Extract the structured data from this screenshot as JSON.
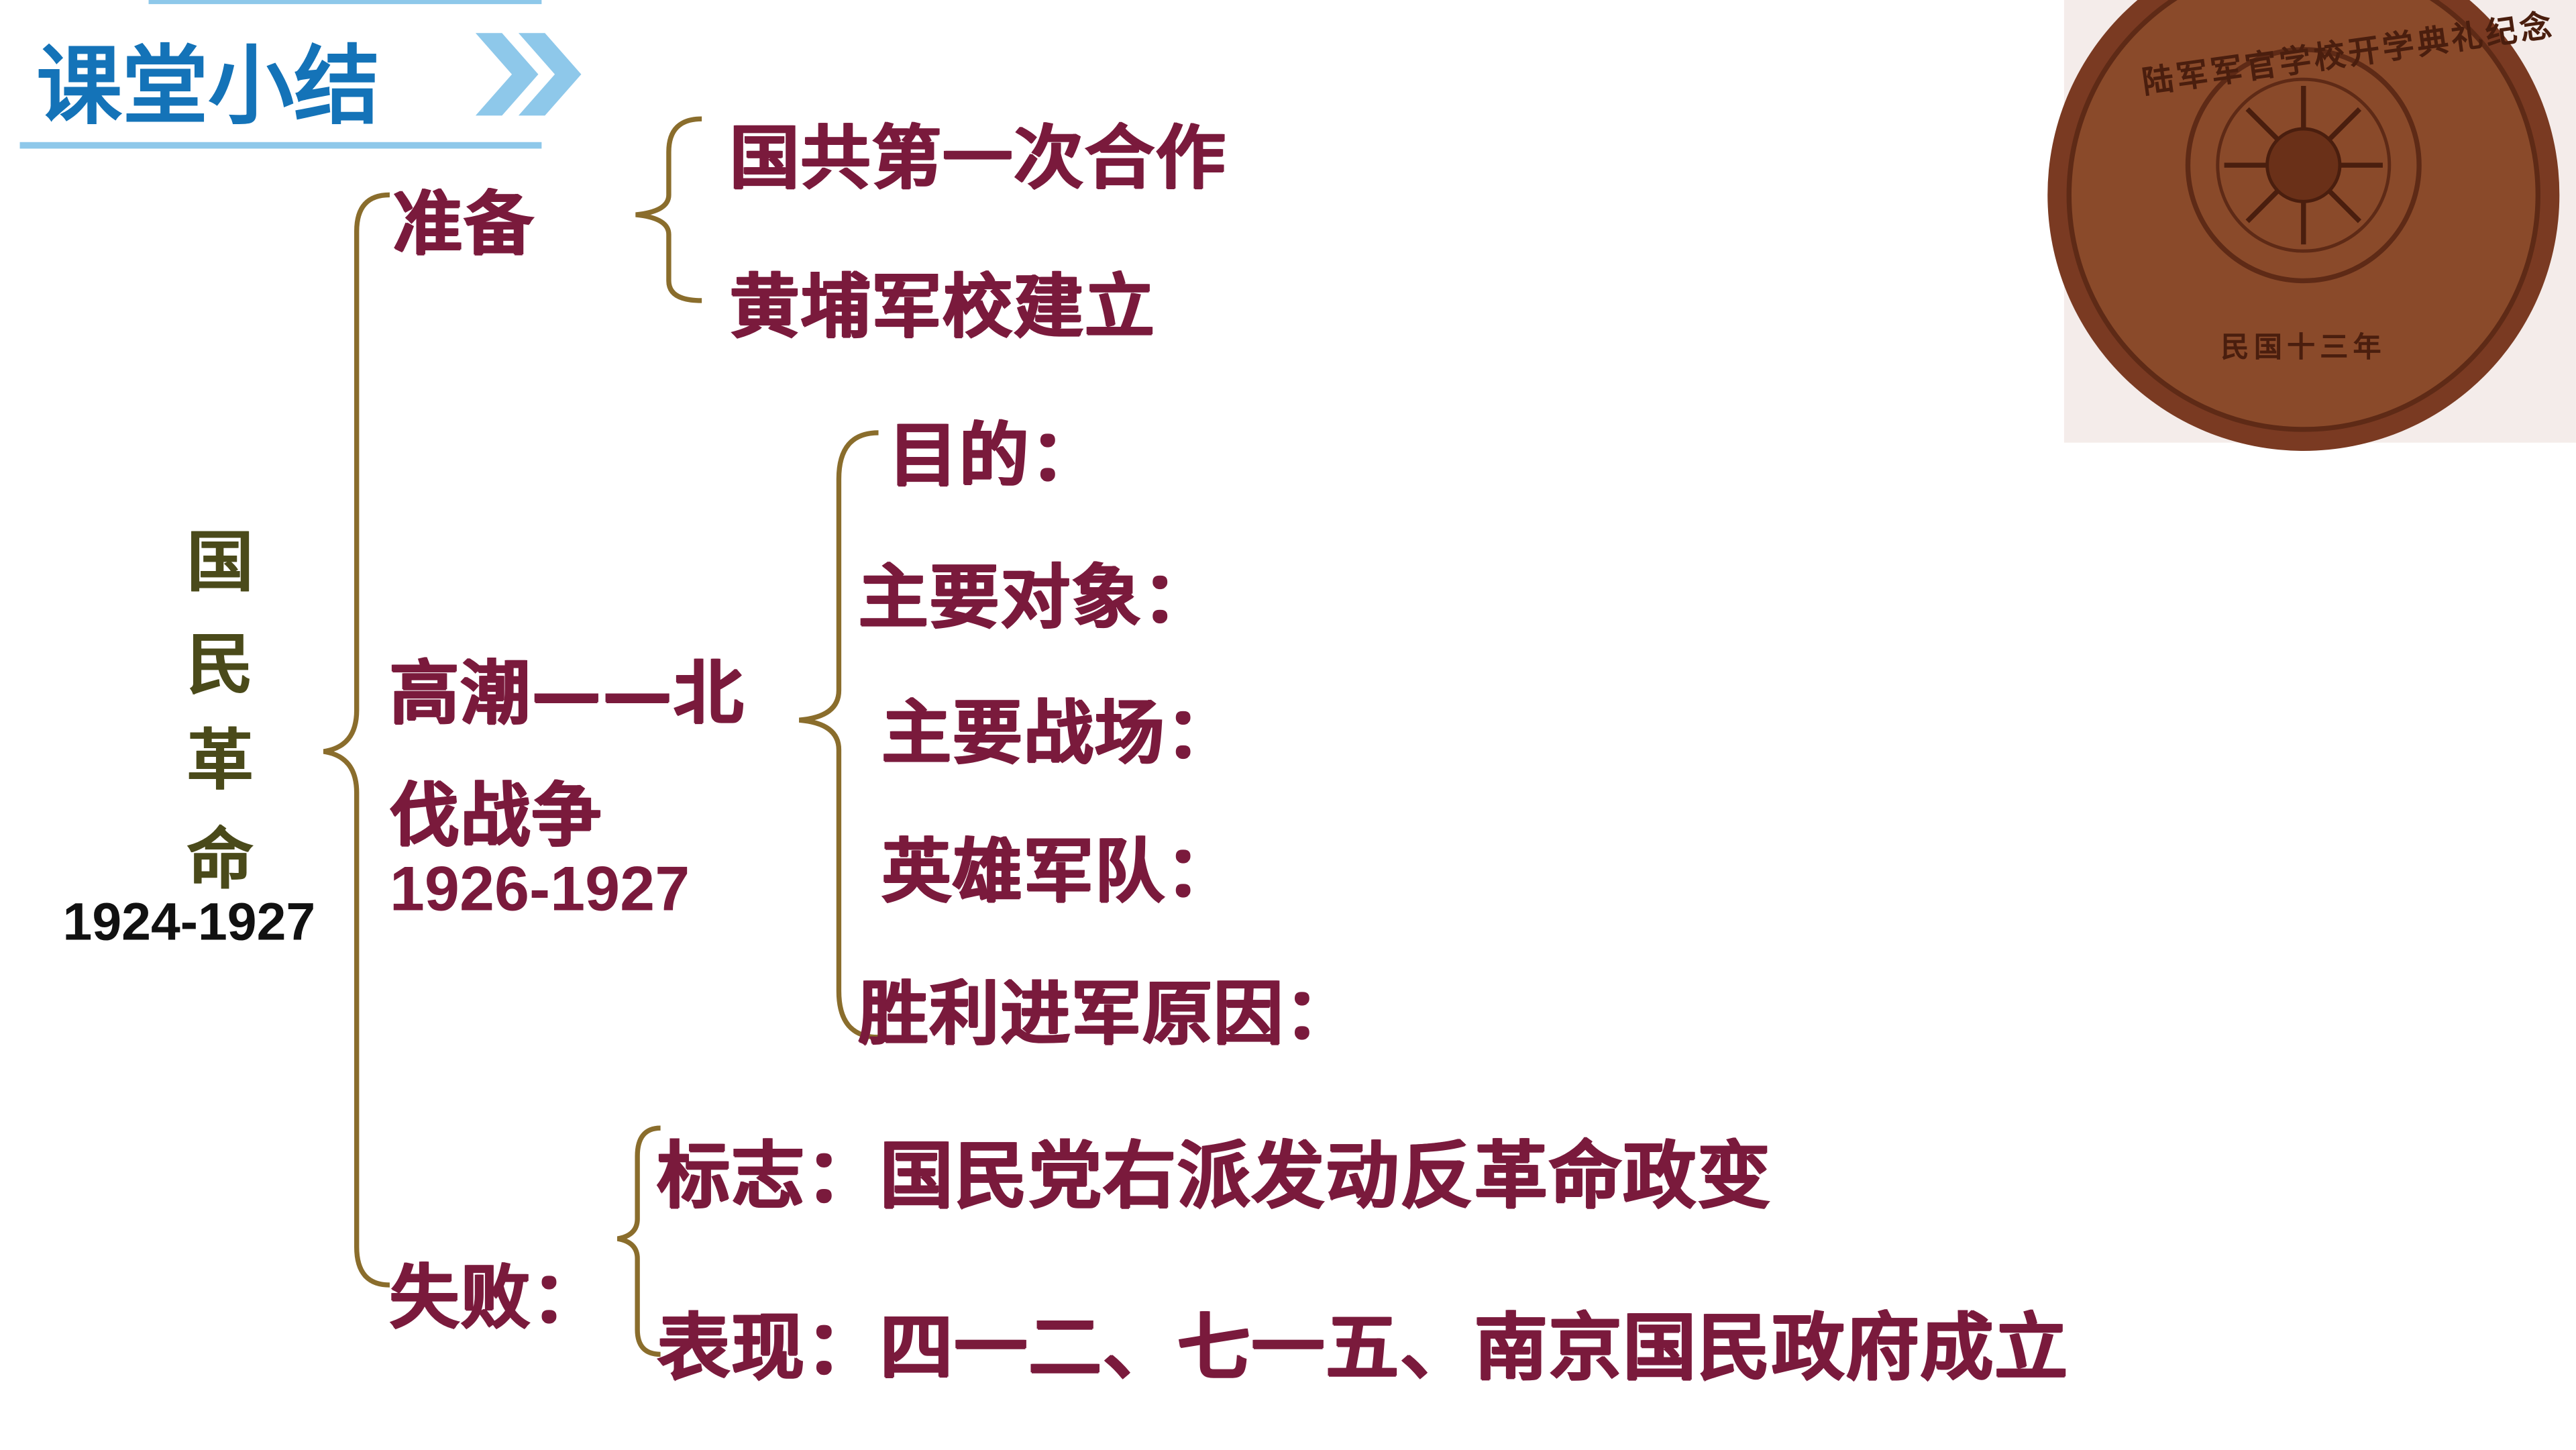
{
  "header": {
    "title": "课堂小结",
    "arrow_icon": "double-chevron-right-icon",
    "accent_color": "#1473b8",
    "chevron_color": "#8ec8ea"
  },
  "root": {
    "chars": [
      "国",
      "民",
      "革",
      "命"
    ],
    "years": "1924-1927",
    "color": "#4a4a1a"
  },
  "prep": {
    "label": "准备",
    "items": [
      "国共第一次合作",
      "黄埔军校建立"
    ]
  },
  "climax": {
    "label_line1": "高潮——北",
    "label_line2": "伐战争",
    "years": "1926-1927",
    "items": [
      "目的：",
      "主要对象：",
      "主要战场：",
      "英雄军队：",
      "胜利进军原因："
    ]
  },
  "failure": {
    "label": "失败：",
    "items": [
      "标志：国民党右派发动反革命政变",
      "表现：四一二、七一五、南京国民政府成立"
    ]
  },
  "coin": {
    "icon": "coin-photo-icon",
    "inscription_top": "陆军军官学校开学典礼纪念",
    "inscription_bottom": "民国十三年",
    "color": "#8a4a2a"
  },
  "text_color": "#7a1a3c",
  "brace_color": "#8a6d2c"
}
